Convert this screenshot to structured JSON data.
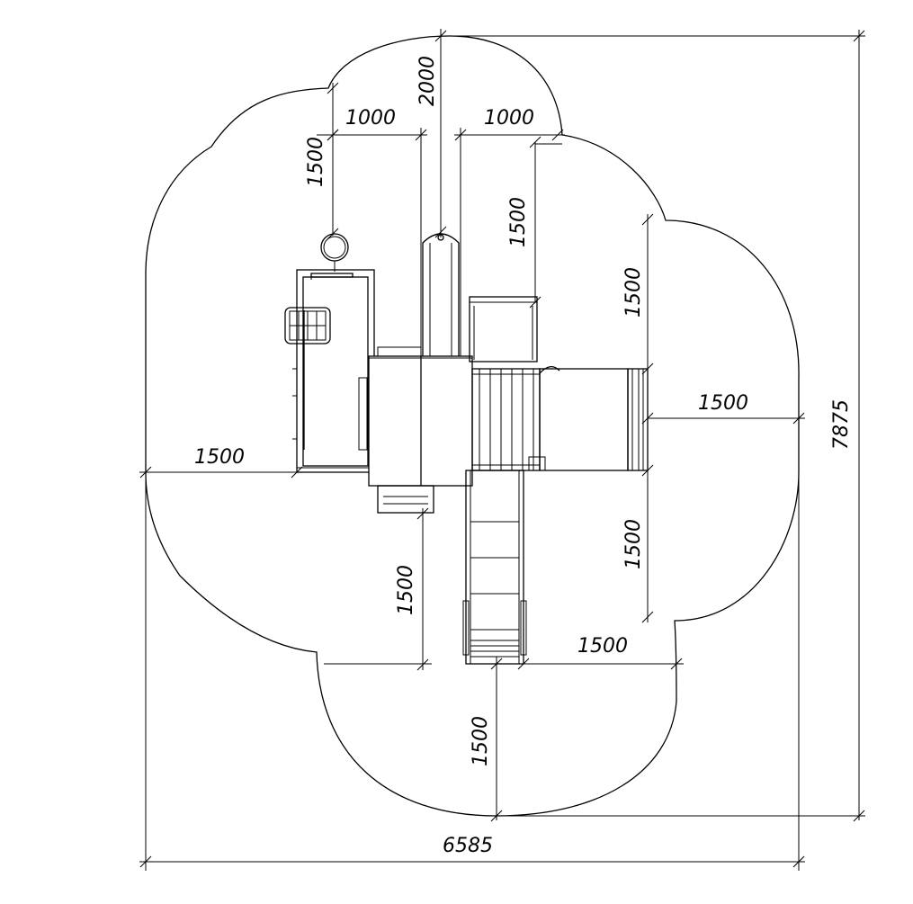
{
  "dimensions": {
    "total_width": "6585",
    "total_height": "7875",
    "top_tube_height": "2000",
    "top_left_offset": "1000",
    "top_right_offset": "1000",
    "top_left_vertical": "1500",
    "right_top_vertical": "1500",
    "right_upper_vertical": "1500",
    "right_horizontal": "1500",
    "right_lower_vertical": "1500",
    "left_horizontal": "1500",
    "bottom_left_vertical": "1500",
    "bottom_horizontal": "1500",
    "bottom_vertical": "1500"
  }
}
